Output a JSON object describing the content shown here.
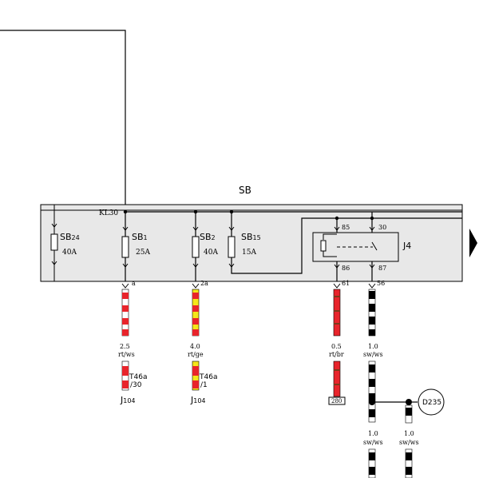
{
  "colors": {
    "box_fill": "#e8e8e8",
    "red": "#e8242b",
    "yellow": "#f5e61a",
    "black": "#000000",
    "white": "#ffffff"
  },
  "box_label": "SB",
  "kl30_label": "KL30",
  "fuses": [
    {
      "name_main": "SB",
      "name_sub": "24",
      "rating": "40A"
    },
    {
      "name_main": "SB",
      "name_sub": "1",
      "rating": "25A"
    },
    {
      "name_main": "SB",
      "name_sub": "2",
      "rating": "40A"
    },
    {
      "name_main": "SB",
      "name_sub": "15",
      "rating": "15A"
    }
  ],
  "relay": {
    "name": "J4",
    "pins": {
      "p85": "85",
      "p30": "30",
      "p86": "86",
      "p87": "87"
    }
  },
  "outputs": [
    {
      "pin": "a",
      "size": "2.5",
      "color_code": "rt/ws",
      "connector_main": "T46a",
      "connector_sub": "/30",
      "component_main": "J",
      "component_sub": "104"
    },
    {
      "pin": "2a",
      "size": "4.0",
      "color_code": "rt/ge",
      "connector_main": "T46a",
      "connector_sub": "/1",
      "component_main": "J",
      "component_sub": "104"
    },
    {
      "pin": "61",
      "size": "0.5",
      "color_code": "rt/br",
      "terminal_label": "280"
    },
    {
      "pin": "56",
      "size": "1.0",
      "color_code": "sw/ws"
    }
  ],
  "junction": {
    "label": "D235",
    "branches": [
      {
        "size": "1.0",
        "color_code": "sw/ws"
      },
      {
        "size": "1.0",
        "color_code": "sw/ws"
      }
    ]
  }
}
